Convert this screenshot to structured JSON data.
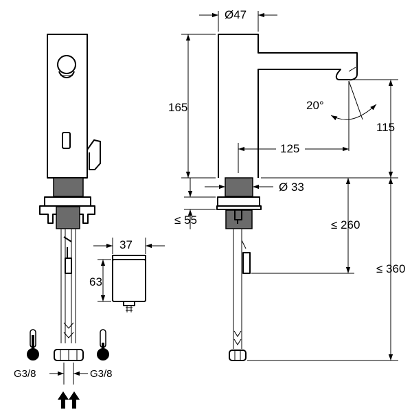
{
  "labels": {
    "spout_diameter": "Ø47",
    "body_height": "165",
    "outlet_height": "115",
    "spout_reach": "125",
    "outlet_angle": "20°",
    "thread_diameter": "Ø 33",
    "deck_thickness": "≤ 55",
    "hose_length_260": "≤ 260",
    "hose_length_360": "≤ 360",
    "battery_width": "37",
    "battery_height": "63",
    "connection_left": "G3/8",
    "connection_right": "G3/8"
  },
  "icons": {
    "hot_water": "thermometer-hot-icon",
    "cold_water": "thermometer-cold-icon",
    "inlet_arrows": "up-arrows-icon"
  }
}
